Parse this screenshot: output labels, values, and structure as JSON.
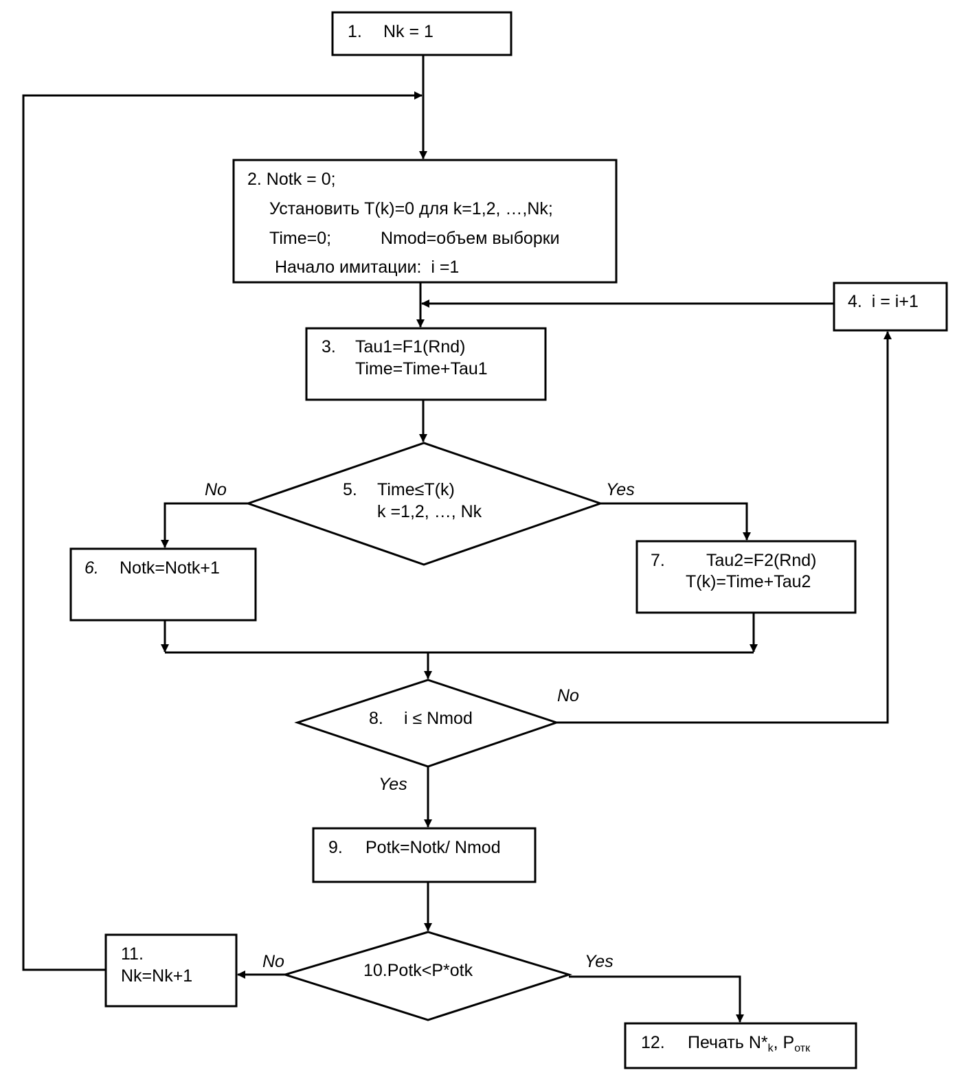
{
  "blocks": {
    "b1": {
      "num": "1.",
      "line1": "Nk = 1"
    },
    "b2": {
      "line1": "2. Notk = 0;",
      "line2": "Установить T(k)=0 для k=1,2, …,Nk;",
      "line3a": "Time=0;",
      "line3b": "Nmod=объем выборки",
      "line4": "Начало имитации:  i =1"
    },
    "b3": {
      "num": "3.",
      "line1": "Tau1=F1(Rnd)",
      "line2": "Time=Time+Tau1"
    },
    "b4": {
      "line1": "4.  i = i+1"
    },
    "b5": {
      "num": "5.",
      "line1": "Time≤T(k)",
      "line2": "k =1,2, …, Nk"
    },
    "b6": {
      "num": "6.",
      "line1": "Notk=Notk+1"
    },
    "b7": {
      "num": "7.",
      "line1": "Tau2=F2(Rnd)",
      "line2": "T(k)=Time+Tau2"
    },
    "b8": {
      "num": "8.",
      "line1": "i ≤ Nmod"
    },
    "b9": {
      "num": "9.",
      "line1": "Potk=Notk/ Nmod"
    },
    "b10": {
      "line1": "10.Potk<P*otk"
    },
    "b11": {
      "line1": "11.",
      "line2": "Nk=Nk+1"
    },
    "b12": {
      "num": "12.",
      "text": "Печать N*",
      "sub1": "k",
      "sep": ", P",
      "sub2": "отк"
    }
  },
  "branch_labels": {
    "d5_no": "No",
    "d5_yes": "Yes",
    "d8_no": "No",
    "d8_yes": "Yes",
    "d10_no": "No",
    "d10_yes": "Yes"
  }
}
